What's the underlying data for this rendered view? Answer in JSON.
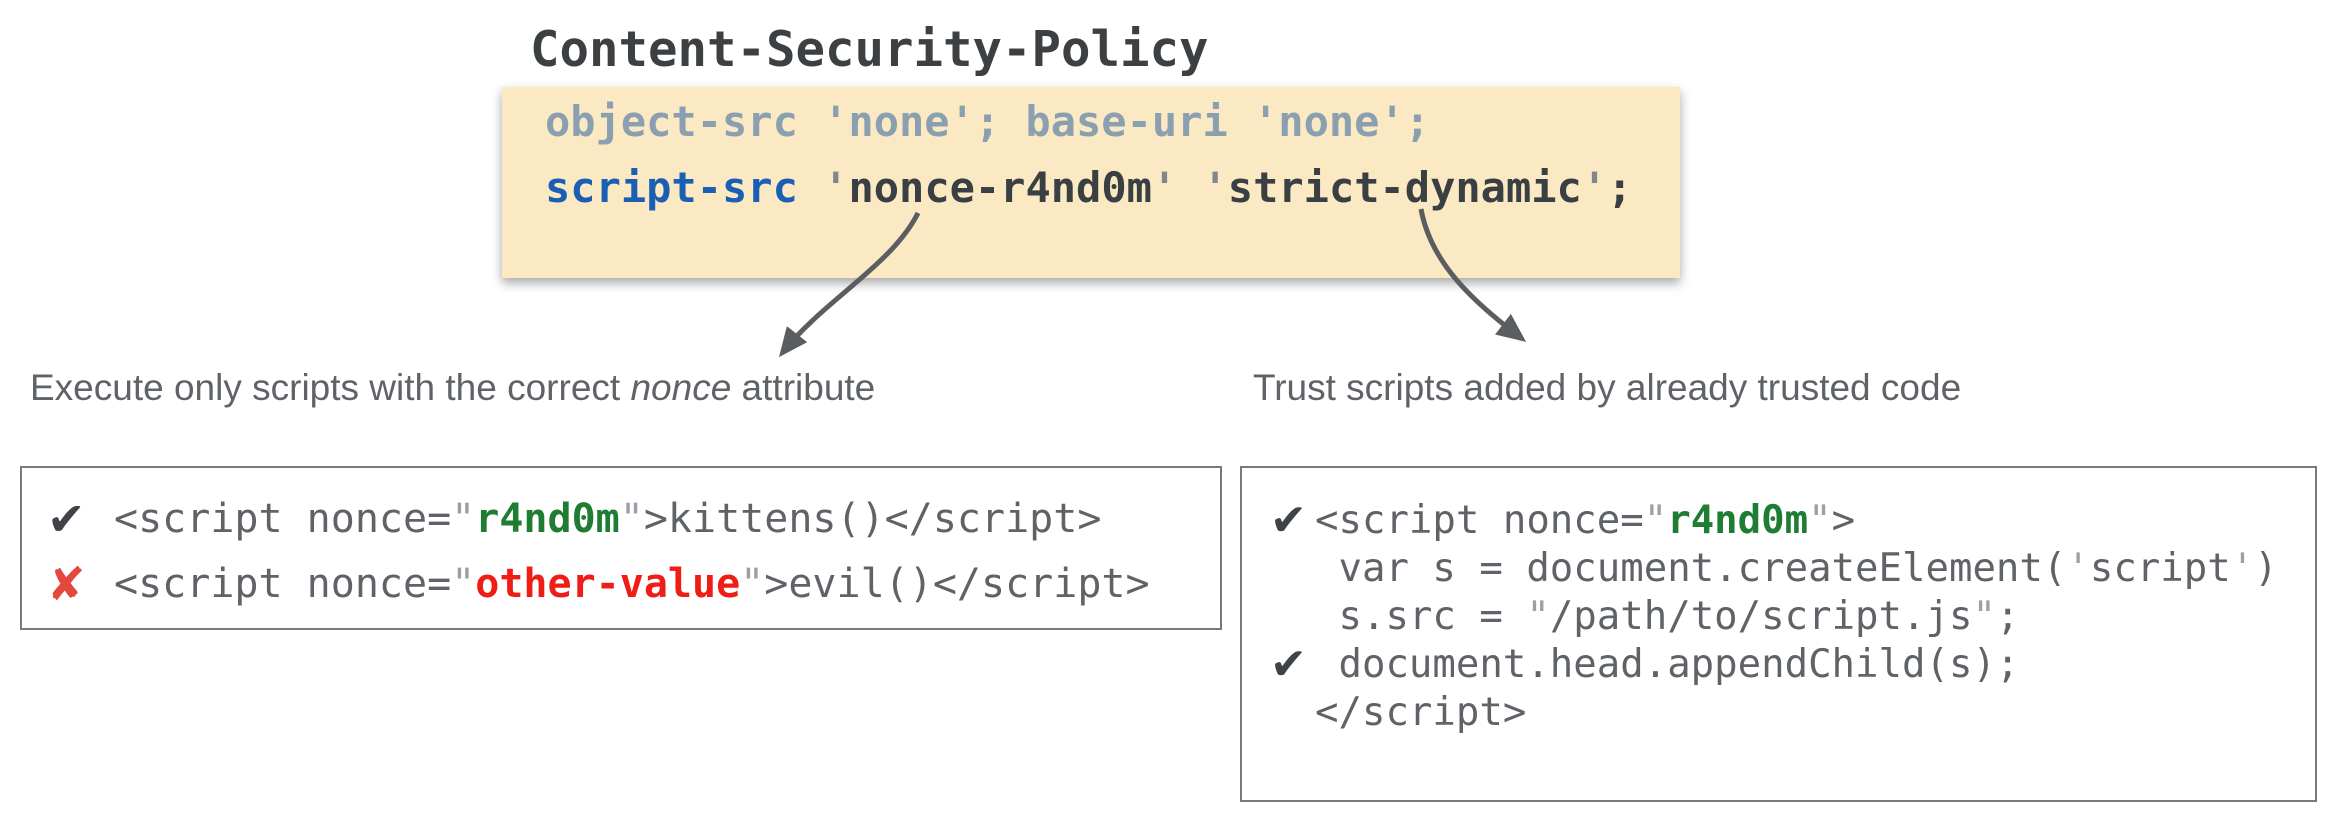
{
  "title": "Content-Security-Policy",
  "colors": {
    "policy_background": "#FAE9C3",
    "muted_directive": "#8AA0B0",
    "directive_blue": "#1A5FB4",
    "policy_text_dark": "#3A3F43",
    "code_gray": "#5F6368",
    "nonce_green": "#1E7D32",
    "nonce_red": "#F01C16",
    "check_icon": "#3F4347",
    "cross_icon": "#E2483C",
    "box_border": "#77797C",
    "arrow": "#5B5E61"
  },
  "icons": {
    "check": "✔",
    "cross": "✘"
  },
  "policy_box": {
    "lines": [
      {
        "segments": [
          {
            "text": "object-src 'none'; base-uri 'none';",
            "style": "muted"
          }
        ]
      },
      {
        "segments": [
          {
            "text": "script-src",
            "style": "blue"
          },
          {
            "text": " ",
            "style": "dark"
          },
          {
            "text": "'",
            "style": "quote"
          },
          {
            "text": "nonce-r4nd0m",
            "style": "dark"
          },
          {
            "text": "'",
            "style": "quote"
          },
          {
            "text": " ",
            "style": "dark"
          },
          {
            "text": "'",
            "style": "quote"
          },
          {
            "text": "strict-dynamic",
            "style": "dark"
          },
          {
            "text": "'",
            "style": "quote"
          },
          {
            "text": ";",
            "style": "dark"
          }
        ]
      }
    ]
  },
  "annotations": {
    "left": {
      "segments": [
        {
          "text": "Execute only scripts with the correct "
        },
        {
          "text": "nonce",
          "style": "italic"
        },
        {
          "text": " attribute"
        }
      ]
    },
    "right": {
      "segments": [
        {
          "text": "Trust scripts added by already trusted code"
        }
      ]
    }
  },
  "left_example": {
    "rows": [
      {
        "icon": "check",
        "segments": [
          {
            "text": "<script nonce=",
            "style": "code"
          },
          {
            "text": "\"",
            "style": "codequote"
          },
          {
            "text": "r4nd0m",
            "style": "green"
          },
          {
            "text": "\"",
            "style": "codequote"
          },
          {
            "text": ">kittens()</script>",
            "style": "code"
          }
        ]
      },
      {
        "icon": "cross",
        "segments": [
          {
            "text": "<script nonce=",
            "style": "code"
          },
          {
            "text": "\"",
            "style": "codequote"
          },
          {
            "text": "other-value",
            "style": "red"
          },
          {
            "text": "\"",
            "style": "codequote"
          },
          {
            "text": ">evil()</script>",
            "style": "code"
          }
        ]
      }
    ]
  },
  "right_example": {
    "rows": [
      {
        "icon": "check",
        "segments": [
          {
            "text": "<script nonce=",
            "style": "code"
          },
          {
            "text": "\"",
            "style": "codequote"
          },
          {
            "text": "r4nd0m",
            "style": "green"
          },
          {
            "text": "\"",
            "style": "codequote"
          },
          {
            "text": ">",
            "style": "code"
          }
        ]
      },
      {
        "icon": null,
        "segments": [
          {
            "text": " var s = document.createElement(",
            "style": "code"
          },
          {
            "text": "'",
            "style": "codequote"
          },
          {
            "text": "script",
            "style": "code"
          },
          {
            "text": "'",
            "style": "codequote"
          },
          {
            "text": ")",
            "style": "code"
          }
        ]
      },
      {
        "icon": null,
        "segments": [
          {
            "text": " s.src = ",
            "style": "code"
          },
          {
            "text": "\"",
            "style": "codequote"
          },
          {
            "text": "/path/to/script.js",
            "style": "code"
          },
          {
            "text": "\"",
            "style": "codequote"
          },
          {
            "text": ";",
            "style": "code"
          }
        ]
      },
      {
        "icon": "check",
        "segments": [
          {
            "text": " document.head.appendChild(s);",
            "style": "code"
          }
        ]
      },
      {
        "icon": null,
        "segments": [
          {
            "text": "</script>",
            "style": "code"
          }
        ]
      }
    ]
  }
}
